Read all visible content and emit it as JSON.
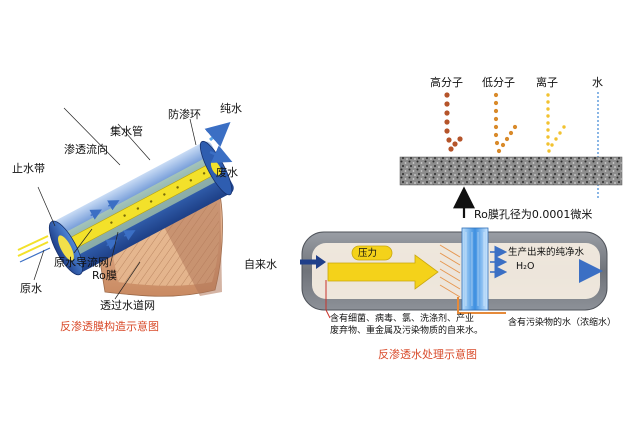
{
  "left_diagram": {
    "caption": "反渗透膜构造示意图",
    "labels": {
      "pure_water": "纯水",
      "anti_leak_ring": "防渗环",
      "collector_pipe": "集水管",
      "permeate_flow": "渗透流向",
      "seal_band": "止水带",
      "waste_water": "废水",
      "feed_spacer": "原水导流网",
      "ro_membrane": "Ro膜",
      "raw_water": "原水",
      "permeate_spacer": "透过水道网"
    }
  },
  "right_diagram": {
    "caption": "反渗透水处理示意图",
    "particles": {
      "macromolecule": "高分子",
      "small_molecule": "低分子",
      "ion": "离子",
      "water": "水"
    },
    "pore_note": "Ro膜孔径为0.0001微米",
    "tap_water": "自来水",
    "pressure": "压力",
    "pure_water_out": "生产出来的纯净水",
    "h2o": "H₂O",
    "contaminants_line1": "含有细菌、病毒、氯、洗涤剂、产业",
    "contaminants_line2": "废弃物、重金属及污染物质的自来水。",
    "concentrate": "含有污染物的水（浓缩水）"
  },
  "colors": {
    "caption": "#d94b2b",
    "macromolecule": "#b5542a",
    "small_molecule": "#d98a2a",
    "ion": "#f2c230",
    "water": "#4a90d8",
    "tank_gray": "#7b7f86",
    "pressure_yellow": "#f4d21a"
  }
}
